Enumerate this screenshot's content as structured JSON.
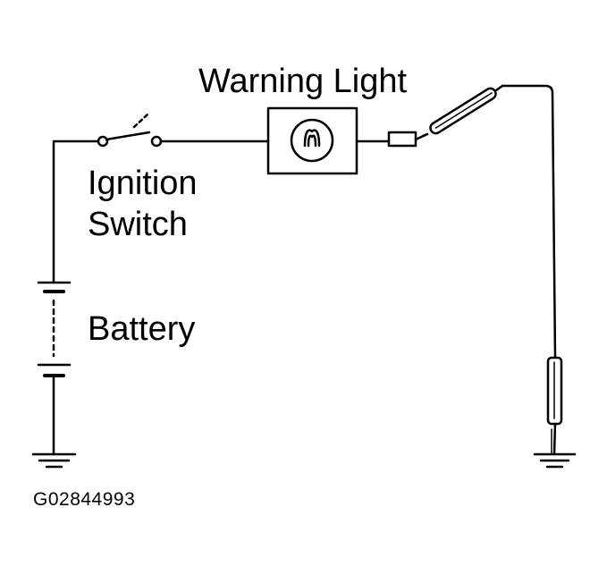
{
  "labels": {
    "warning_light": "Warning Light",
    "ignition_line1": "Ignition",
    "ignition_line2": "Switch",
    "battery": "Battery",
    "figure_id": "G02844993"
  },
  "colors": {
    "line": "#000000",
    "background": "#ffffff"
  }
}
